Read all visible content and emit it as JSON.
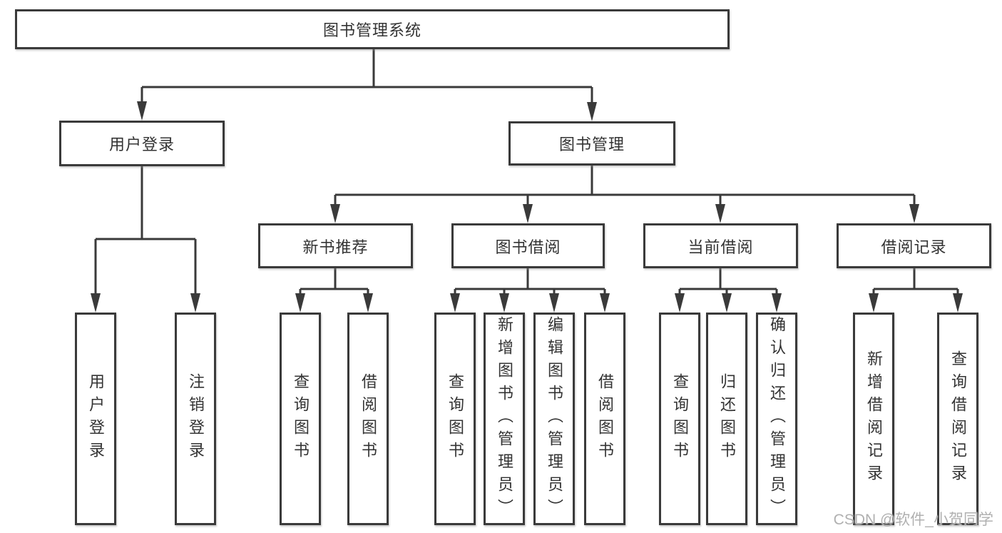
{
  "tree": {
    "label": "图书管理系统",
    "children": [
      {
        "label": "用户登录",
        "children": [
          {
            "label": "用户登录"
          },
          {
            "label": "注销登录"
          }
        ]
      },
      {
        "label": "图书管理",
        "children": [
          {
            "label": "新书推荐",
            "children": [
              {
                "label": "查询图书"
              },
              {
                "label": "借阅图书"
              }
            ]
          },
          {
            "label": "图书借阅",
            "children": [
              {
                "label": "查询图书"
              },
              {
                "label": "新增图书（管理员）"
              },
              {
                "label": "编辑图书（管理员）"
              },
              {
                "label": "借阅图书"
              }
            ]
          },
          {
            "label": "当前借阅",
            "children": [
              {
                "label": "查询图书"
              },
              {
                "label": "归还图书"
              },
              {
                "label": "确认归还（管理员）"
              }
            ]
          },
          {
            "label": "借阅记录",
            "children": [
              {
                "label": "新增借阅记录"
              },
              {
                "label": "查询借阅记录"
              }
            ]
          }
        ]
      }
    ]
  },
  "watermark": {
    "text": "CSDN @软件_小贺同学"
  },
  "colors": {
    "line": "#3a3a3a",
    "box_border": "#3a3a3a",
    "text": "#333333",
    "watermark": "#b0b0b0",
    "background": "#ffffff"
  }
}
